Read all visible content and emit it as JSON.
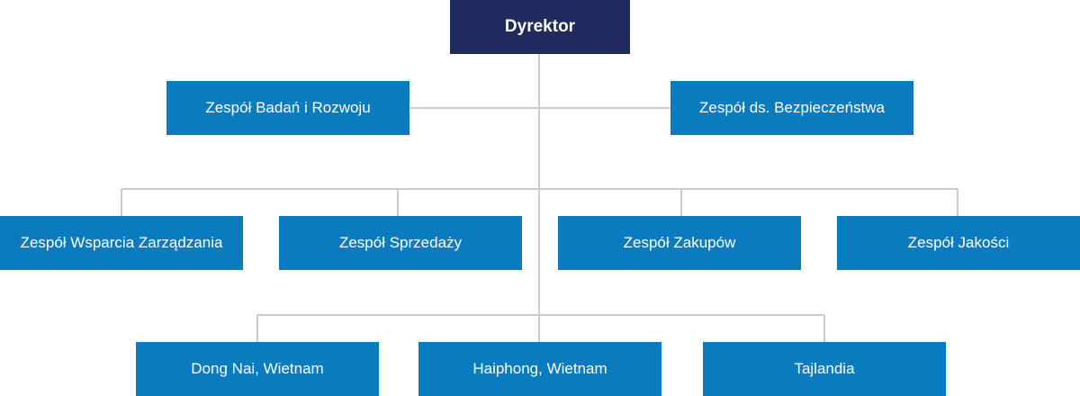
{
  "colors": {
    "director": "#202a5f",
    "team": "#0a7bbf",
    "connector": "#cccccc"
  },
  "chart": {
    "director": "Dyrektor",
    "staff": [
      "Zespół Badań i Rozwoju",
      "Zespół ds. Bezpieczeństwa"
    ],
    "teams": [
      "Zespół Wsparcia Zarządzania",
      "Zespół Sprzedaży",
      "Zespół Zakupów",
      "Zespół Jakości"
    ],
    "sites": [
      "Dong Nai, Wietnam",
      "Haiphong, Wietnam",
      "Tajlandia"
    ]
  }
}
